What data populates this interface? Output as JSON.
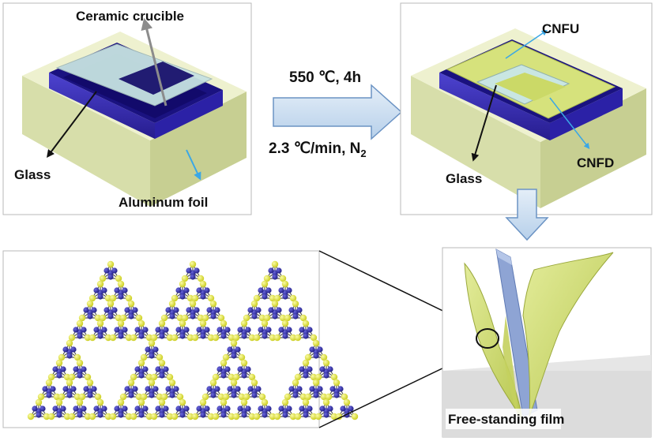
{
  "panels": {
    "top_left": {
      "label_crucible": "Ceramic crucible",
      "label_glass": "Glass",
      "label_foil": "Aluminum foil"
    },
    "process": {
      "condition_top": "550 ℃, 4h",
      "condition_bottom_prefix": "2.3 ℃/min, N",
      "condition_bottom_subscript": "2"
    },
    "top_right": {
      "label_cnfu": "CNFU",
      "label_cnfd": "CNFD",
      "label_glass": "Glass"
    },
    "bottom_right": {
      "label_film": "Free-standing film"
    }
  },
  "colors": {
    "crucible_body": "#dfe6b6",
    "crucible_top": "#eef1cf",
    "foil_blue": "#3a2fb0",
    "foil_dark": "#120a6b",
    "glass_sheet": "#bfdede",
    "film_yellow": "#d4e07a",
    "film_blue": "#8ea4d4",
    "arrow_fill": "#cfe2f3",
    "arrow_stroke": "#6b93c4",
    "nitrogen_atom": "#2d2a9c",
    "carbon_atom": "#e5e83a",
    "pointer_gray": "#8c8c8c",
    "pointer_blue": "#3aa7e6"
  }
}
